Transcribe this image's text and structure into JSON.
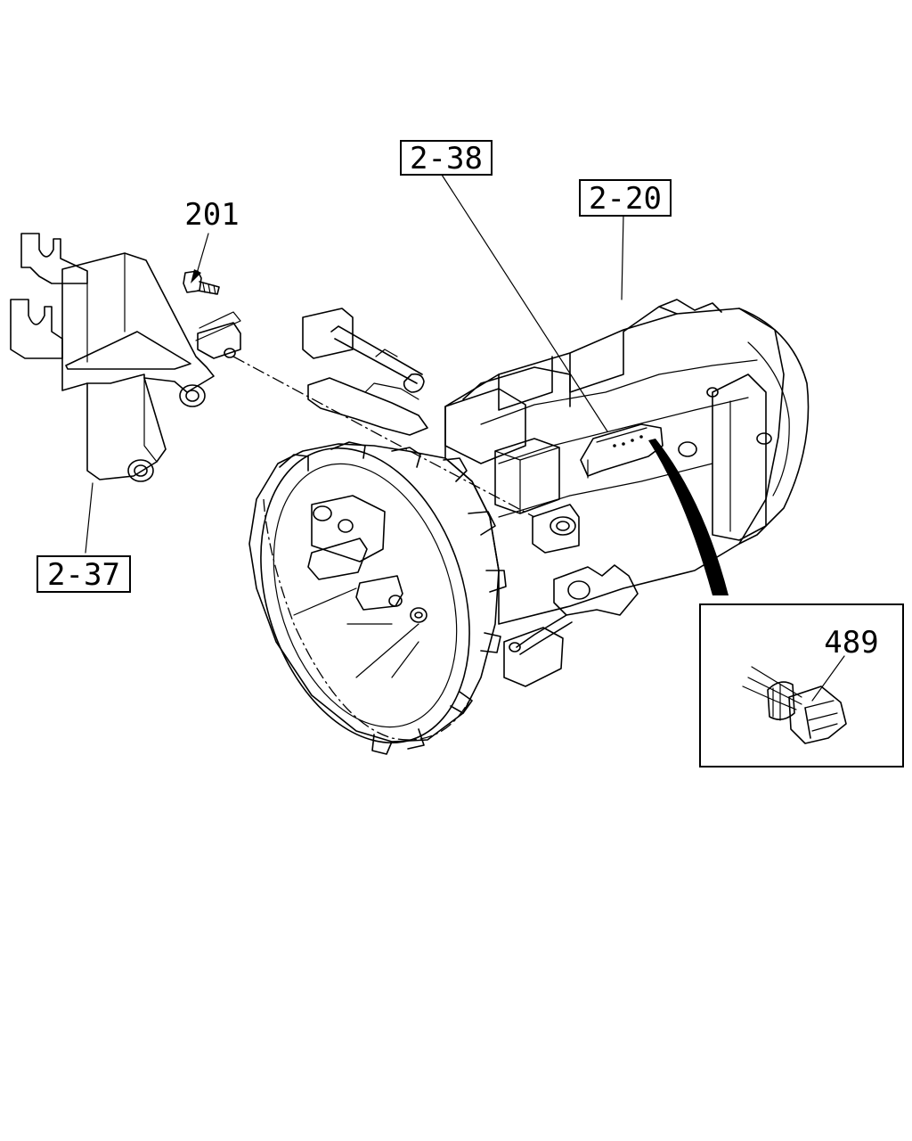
{
  "labels": {
    "part_2_38": "2-38",
    "part_2_20": "2-20",
    "part_201": "201",
    "part_2_37": "2-37",
    "part_489": "489"
  }
}
